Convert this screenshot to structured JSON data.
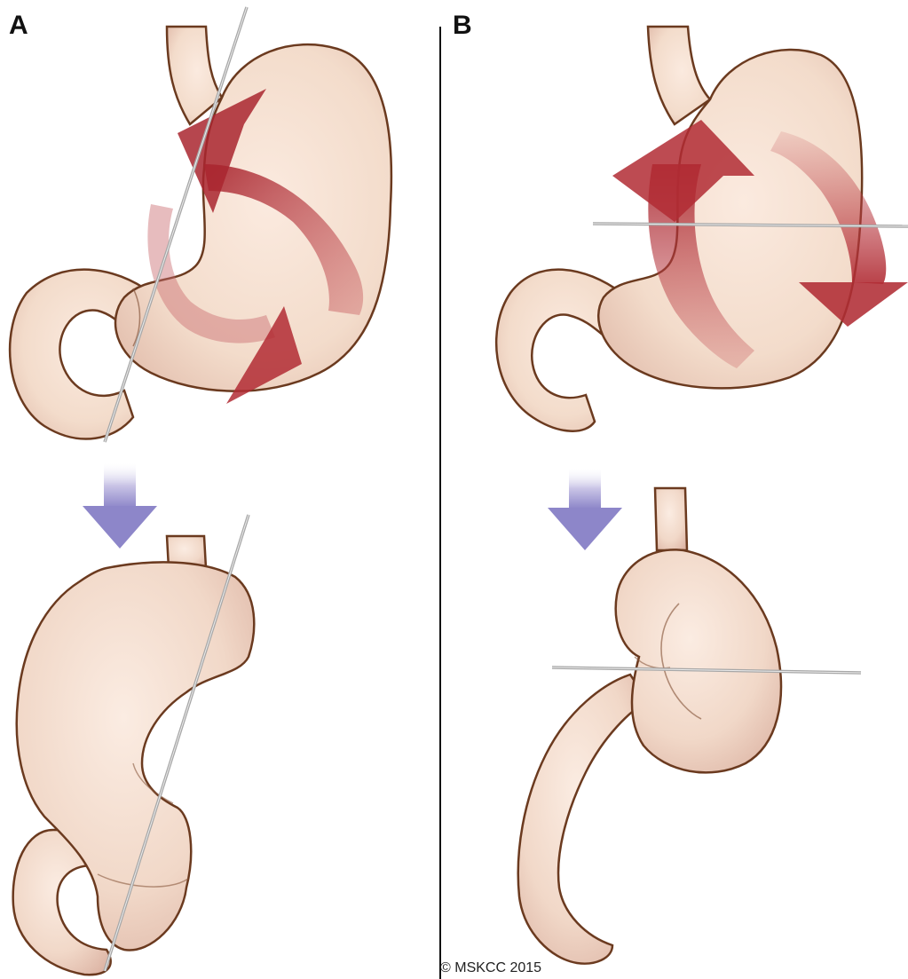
{
  "panels": [
    {
      "label": "A"
    },
    {
      "label": "B"
    }
  ],
  "copyright": "© MSKCC 2015",
  "colors": {
    "organ_fill": "#f3dccb",
    "organ_outline": "#6b3a1f",
    "rotation_arrow": "#b5373e",
    "direction_arrow": "#8d86c9",
    "wire": "#a7a7a7",
    "divider": "#111111"
  },
  "icons": [
    "stomach",
    "rotation-arrow",
    "down-arrow",
    "guide-wire"
  ]
}
